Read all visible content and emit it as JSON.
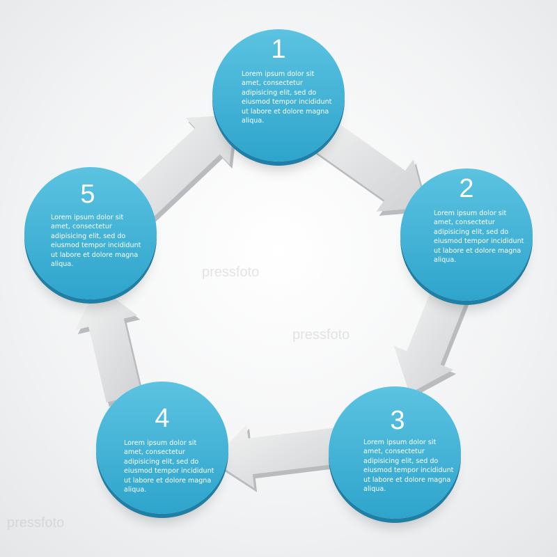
{
  "steps": [
    {
      "number": "1",
      "text": "Lorem ipsum dolor sit amet, consectetur adipisicing elit, sed do eiusmod tempor incididunt ut labore et dolore magna aliqua."
    },
    {
      "number": "2",
      "text": "Lorem ipsum dolor sit amet, consectetur adipisicing elit, sed do eiusmod tempor incididunt ut labore et dolore magna aliqua."
    },
    {
      "number": "3",
      "text": "Lorem ipsum dolor sit amet, consectetur adipisicing elit, sed do eiusmod tempor incididunt ut labore et dolore magna aliqua."
    },
    {
      "number": "4",
      "text": "Lorem ipsum dolor sit amet, consectetur adipisicing elit, sed do eiusmod tempor incididunt ut labore et dolore magna aliqua."
    },
    {
      "number": "5",
      "text": "Lorem ipsum dolor sit amet, consectetur adipisicing elit, sed do eiusmod tempor incididunt ut labore et dolore magna aliqua."
    }
  ],
  "watermark": "pressfoto",
  "colors": {
    "circle": "#34a9d0",
    "arrow": "#e2e3e4"
  }
}
